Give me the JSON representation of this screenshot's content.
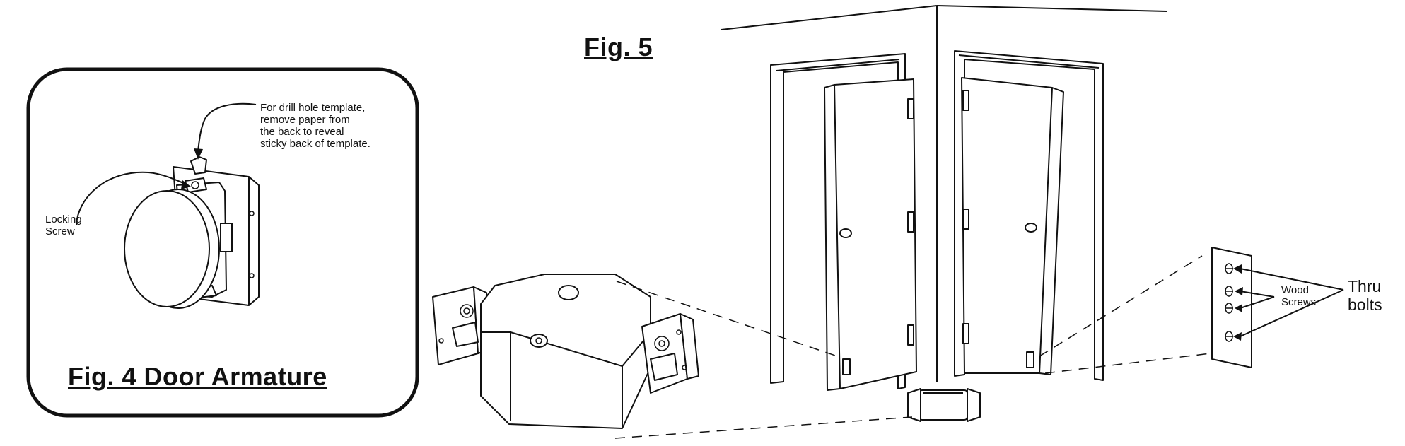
{
  "fig4": {
    "title": "Fig. 4  Door Armature",
    "callout_template": "For drill hole template,\nremove paper from\nthe back to reveal\nsticky back of template.",
    "callout_locking": "Locking\nScrew"
  },
  "fig5": {
    "title": "Fig. 5",
    "label_wood_screws": "Wood\nScrews",
    "label_thru_bolts": "Thru\nbolts"
  }
}
